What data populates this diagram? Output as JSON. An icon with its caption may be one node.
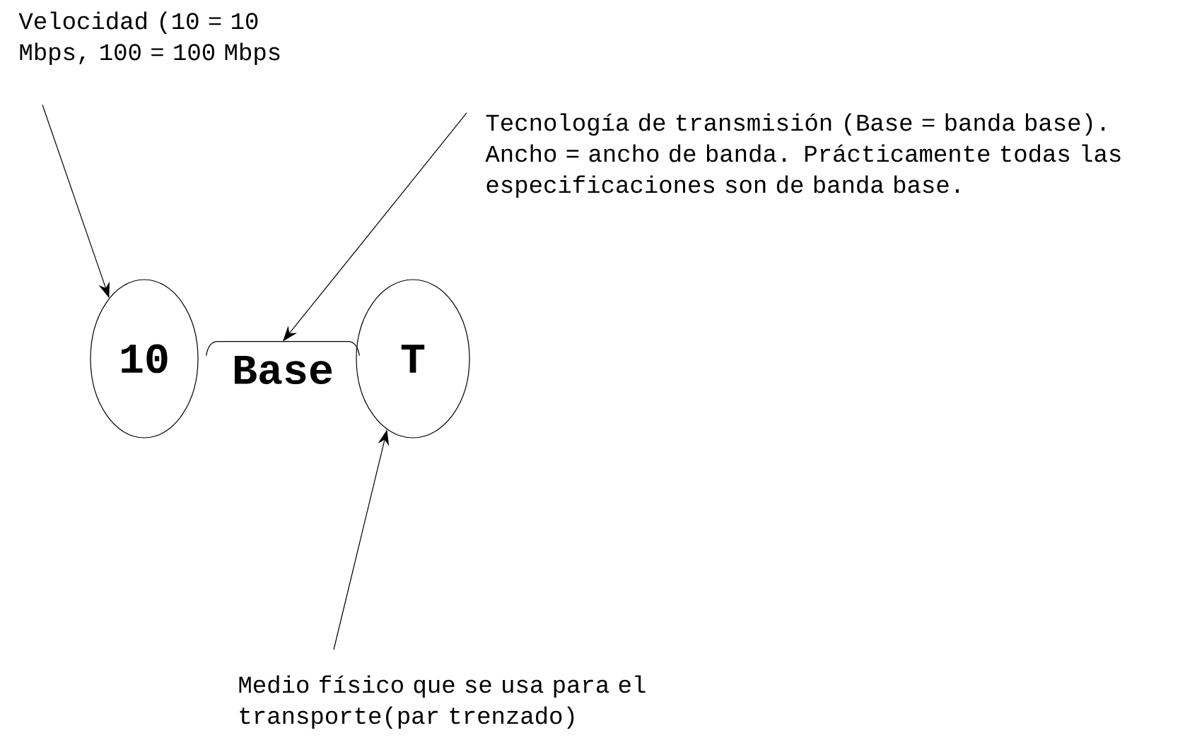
{
  "diagram": {
    "nodes": [
      {
        "text": [
          "10"
        ]
      },
      {
        "text": [
          "Base"
        ]
      },
      {
        "text": [
          "T"
        ]
      },
      {
        "text": [
          "Velocidad (10 = 10 Mbps, 100 = 100 Mbps"
        ]
      },
      {
        "text": [
          "Tecnología de transmisión (Base = banda base). Ancho = ancho de banda. Prácticamente todas las especificaciones son de banda base."
        ]
      },
      {
        "text": [
          "Medio físico que se usa para el transporte(par trenzado)"
        ]
      }
    ],
    "edges": [
      {
        "from": 3,
        "to": 0,
        "arrow": "to"
      },
      {
        "from": 4,
        "to": 1,
        "arrow": "to"
      },
      {
        "from": 5,
        "to": 2,
        "arrow": "to"
      }
    ]
  }
}
